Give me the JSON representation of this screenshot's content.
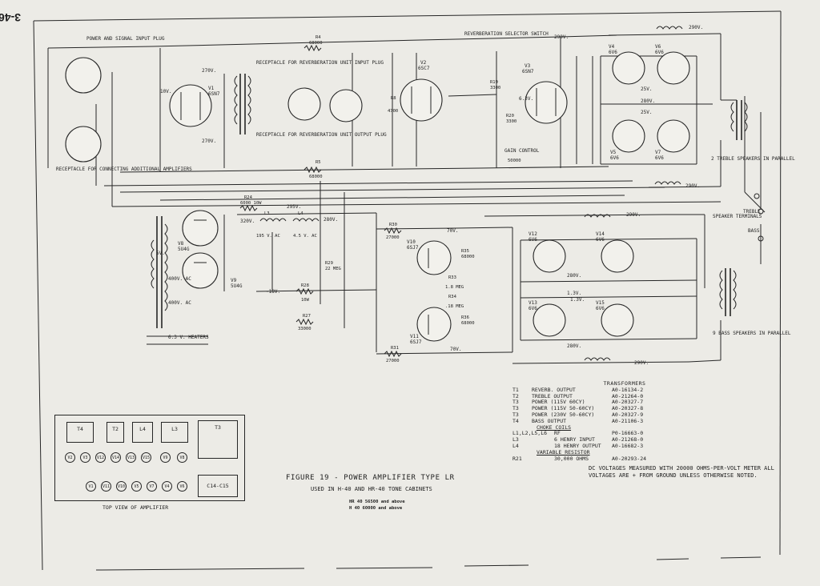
{
  "page_number": "3-46",
  "labels": {
    "power_plug": "POWER AND SIGNAL INPUT PLUG",
    "receptacle_amps": "RECEPTACLE FOR CONNECTING ADDITIONAL AMPLIFIERS",
    "rev_input": "RECEPTACLE FOR REVERBERATION UNIT INPUT PLUG",
    "rev_output": "RECEPTACLE FOR REVERBERATION UNIT OUTPUT PLUG",
    "selector": "REVERBERATION SELECTOR SWITCH",
    "gain": "GAIN CONTROL",
    "treble_spk": "2 TREBLE SPEAKERS IN PARALLEL",
    "spk_terminals": "SPEAKER TERMINALS",
    "treble": "TREBLE",
    "bass": "BASS",
    "bass_spk": "9 BASS SPEAKERS IN PARALLEL",
    "heaters": "6.3 V. HEATERS"
  },
  "components": [
    {
      "id": "R4",
      "value": "68000"
    },
    {
      "id": "R5",
      "value": "68000"
    },
    {
      "id": "R24",
      "value": "6000 10W"
    },
    {
      "id": "R30",
      "value": "27000"
    },
    {
      "id": "R31",
      "value": "27000"
    },
    {
      "id": "R27",
      "value": "33000"
    },
    {
      "id": "R28",
      "value": "10W"
    },
    {
      "id": "R19",
      "value": "3300"
    },
    {
      "id": "R20",
      "value": "3300"
    },
    {
      "id": "R21",
      "value": "50000"
    },
    {
      "id": "R35",
      "value": "68000"
    },
    {
      "id": "R36",
      "value": "68000"
    },
    {
      "id": "R33",
      "value": "1.8 MEG"
    },
    {
      "id": "R34",
      "value": ".18 MEG"
    },
    {
      "id": "R29",
      "value": "22 MEG"
    },
    {
      "id": "R8",
      "value": "4700"
    },
    {
      "id": "L3",
      "value": "195 V. AC"
    },
    {
      "id": "L4",
      "value": "4.5 V. AC"
    }
  ],
  "tubes": [
    {
      "id": "V1",
      "type": "6SN7"
    },
    {
      "id": "V2",
      "type": "6SC7"
    },
    {
      "id": "V3",
      "type": "6SN7"
    },
    {
      "id": "V4",
      "type": "6V6"
    },
    {
      "id": "V5",
      "type": "6V6"
    },
    {
      "id": "V6",
      "type": "6V6"
    },
    {
      "id": "V7",
      "type": "6V6"
    },
    {
      "id": "V8",
      "type": "5U4G"
    },
    {
      "id": "V9",
      "type": "5U4G"
    },
    {
      "id": "V10",
      "type": "6SJ7"
    },
    {
      "id": "V11",
      "type": "6SJ7"
    },
    {
      "id": "V12",
      "type": "6V6"
    },
    {
      "id": "V13",
      "type": "6V6"
    },
    {
      "id": "V14",
      "type": "6V6"
    },
    {
      "id": "V15",
      "type": "6V6"
    }
  ],
  "voltages": [
    "270V.",
    "270V.",
    "290V.",
    "290V.",
    "290V.",
    "290V.",
    "290V.",
    "280V.",
    "280V.",
    "280V.",
    "280V.",
    "320V.",
    "295V.",
    "70V.",
    "70V.",
    "-18V.",
    "25V.",
    "25V.",
    "1.3V.",
    "1.3V.",
    "400V. AC",
    "400V. AC",
    "5V.",
    "10V.",
    "6.3V."
  ],
  "transformers": {
    "heading": "TRANSFORMERS",
    "rows": [
      {
        "ref": "T1",
        "desc": "REVERB. OUTPUT",
        "part": "A0-16134-2"
      },
      {
        "ref": "T2",
        "desc": "TREBLE OUTPUT",
        "part": "A0-21264-0"
      },
      {
        "ref": "T3",
        "desc": "POWER (115V 60CY)",
        "part": "A0-20327-7"
      },
      {
        "ref": "T3",
        "desc": "POWER (115V 50-60CY)",
        "part": "A0-20327-8"
      },
      {
        "ref": "T3",
        "desc": "POWER (230V 50-60CY)",
        "part": "A0-20327-9"
      },
      {
        "ref": "T4",
        "desc": "BASS OUTPUT",
        "part": "A0-21106-3"
      }
    ],
    "choke_heading": "CHOKE COILS",
    "choke_rows": [
      {
        "ref": "L1,L2,L5,L6",
        "desc": "RF",
        "part": "P0-16663-0"
      },
      {
        "ref": "L3",
        "desc": "6 HENRY INPUT",
        "part": "A0-21268-0"
      },
      {
        "ref": "L4",
        "desc": "18 HENRY OUTPUT",
        "part": "A0-16682-3"
      }
    ],
    "resistor_heading": "VARIABLE RESISTOR",
    "resistor_row": {
      "ref": "R21",
      "desc": "30,000 OHMS",
      "part": "A0-20293-24"
    }
  },
  "figure": {
    "title": "FIGURE 19 - POWER AMPLIFIER TYPE LR",
    "used_in": "USED IN H-40 AND HR-40 TONE CABINETS",
    "serial_1": "HR 40 56500 and above",
    "serial_2": "H 40 60000 and above"
  },
  "dc_note": "DC VOLTAGES MEASURED WITH 20000 OHMS-PER-VOLT METER ALL VOLTAGES ARE + FROM GROUND UNLESS OTHERWISE NOTED.",
  "top_view": {
    "caption": "TOP VIEW OF AMPLIFIER",
    "boxes": [
      "T4",
      "T2",
      "L4",
      "L3",
      "T3",
      "C14-C15"
    ],
    "row1": [
      "V2",
      "V3",
      "V12",
      "V14",
      "V13",
      "V15",
      "V9",
      "V8"
    ],
    "row2": [
      "V1",
      "V11",
      "V10",
      "V5",
      "V7",
      "V4",
      "V6"
    ]
  },
  "colors": {
    "paper": "#ecebe6",
    "ink": "#262626"
  }
}
